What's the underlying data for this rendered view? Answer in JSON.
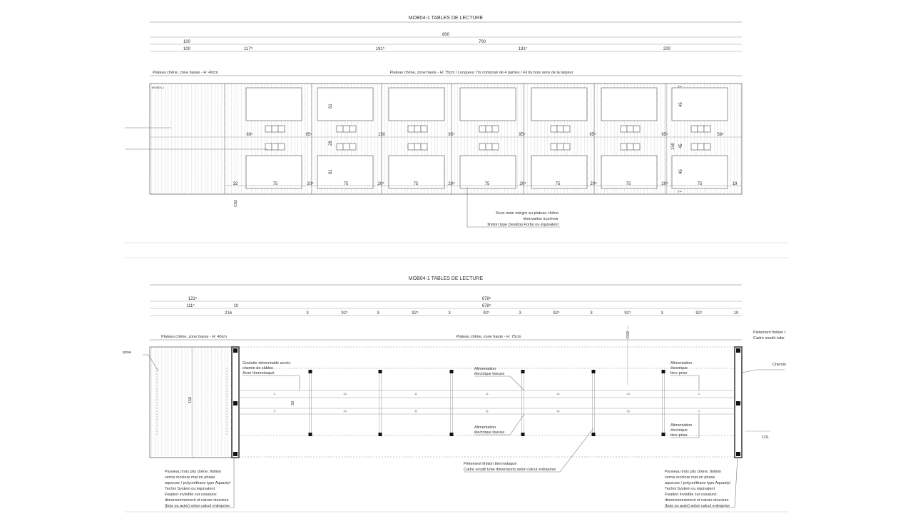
{
  "top_view": {
    "title": "MOB04-1 TABLES DE LECTURE",
    "dim_total": "800",
    "dim_row2": [
      "100",
      "700"
    ],
    "dim_row3": [
      "100",
      "117⁵",
      "191⁵",
      "191⁵",
      "200"
    ],
    "label_low": "Plateau chêne, zone basse - H: 40cm",
    "label_high": "Plateau chêne, zone haute - H: 75cm / Longueur 7m composé de 4 parties / Fil du bois sens de la largeur",
    "tag": "MOB04-1",
    "section_mark": "C02",
    "mid_dims": [
      "69⁵",
      "95⁵",
      "150",
      "95⁵",
      "95⁵",
      "95⁵",
      "95⁵",
      "58⁵"
    ],
    "bottom_dims": [
      "32",
      "75",
      "20⁵",
      "75",
      "20⁵",
      "75",
      "20⁵",
      "75",
      "20⁵",
      "75",
      "20⁵",
      "75",
      "20⁵",
      "75",
      "19"
    ],
    "vertical_dims_left": [
      "61",
      "28",
      "61"
    ],
    "vertical_dims_right": [
      "7",
      "45",
      "150",
      "45",
      "45",
      "7"
    ],
    "note": [
      "Sous main intégré au plateau chêne",
      "réservation à prévoir",
      "finition type Desktop Forbo ou équivalent"
    ]
  },
  "elevation_view": {
    "title": "MOB04-1 TABLES DE LECTURE",
    "dim_row1": [
      "121⁵",
      "678⁵"
    ],
    "dim_row2": [
      "111⁵",
      "10",
      "678⁵"
    ],
    "dim_row3": [
      "216",
      "3",
      "92⁵",
      "3",
      "92⁵",
      "3",
      "92⁵",
      "3",
      "92⁵",
      "3",
      "92⁵",
      "3",
      "92⁵",
      "10"
    ],
    "label_low": "Plateau chêne, zone basse - H: 40cm",
    "label_high": "Plateau chêne, zone haute - H: 75cm",
    "height_dim": "150",
    "inner_dim": "33",
    "section_c02": "C02",
    "section_c01": "C01",
    "cut_left": "prise",
    "cut_right_1": [
      "Piètement finition t",
      "Cadre soudé tube"
    ],
    "cut_right_2": "Chemin",
    "goulotte_note": [
      "Goulotte démontable accès",
      "chemin de câbles",
      "Acier thermolaqué"
    ],
    "liseuse_note_top": [
      "Alimentation",
      "électrique liseuse"
    ],
    "liseuse_note_bottom": [
      "Alimentation",
      "électrique liseuse"
    ],
    "prise_note_top": [
      "Alimentation",
      "électrique",
      "bloc prise"
    ],
    "prise_note_bottom": [
      "Alimentation",
      "électrique",
      "bloc prise"
    ],
    "pietement_note": [
      "Piètement finition thermolaqué",
      "Cadre soudé tube dimensions selon calcul entreprise"
    ],
    "panel_note_left": [
      "Panneau trois plis chêne, finition",
      "vernis incolore mat en phase",
      "aqueuse / polyuréthane type Aquastyl",
      "Techni System ou équivalent",
      "Fixation invisible sur ossature:",
      "dimensionnement et nature structure",
      "(bois ou acier) selon calcul entreprise"
    ],
    "panel_note_right": [
      "Panneau trois plis chêne, finition",
      "vernis incolore mat en phase",
      "aqueuse / polyuréthane type Aquastyl",
      "Techni System ou équivalent",
      "Fixation invisible sur ossature:",
      "dimensionnement et nature structure",
      "(bois ou acier) selon calcul entreprise"
    ]
  }
}
